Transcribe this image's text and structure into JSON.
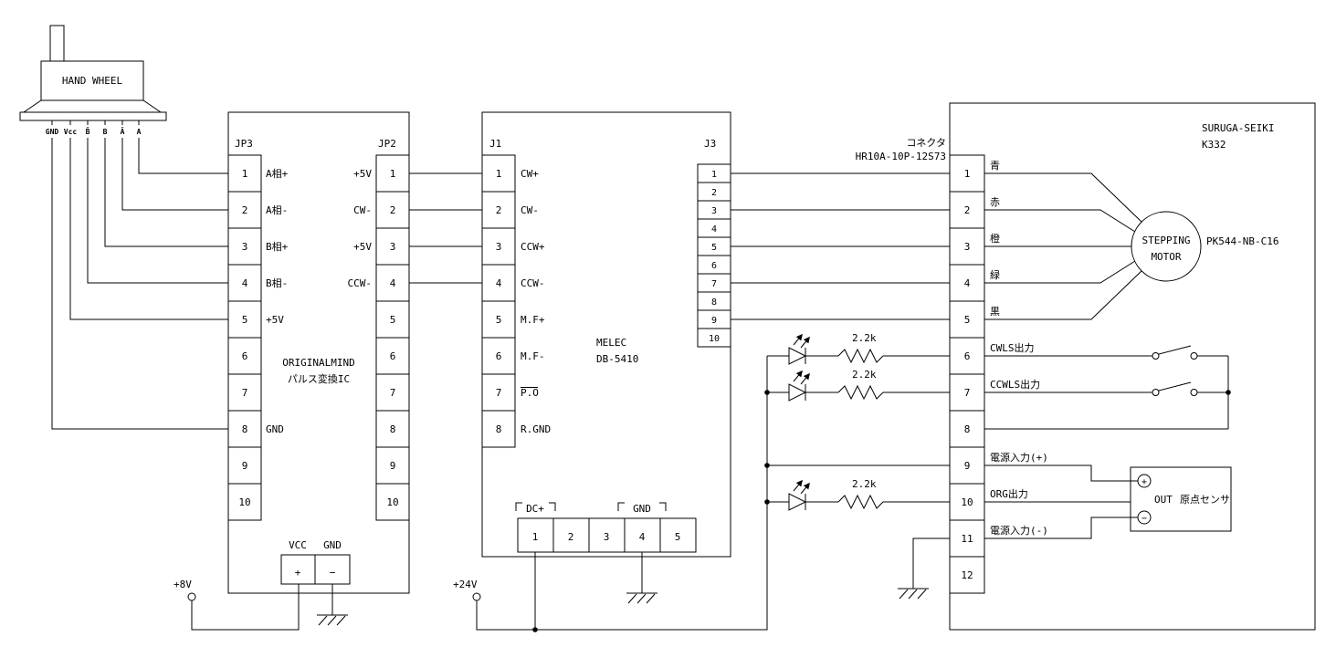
{
  "background": "#ffffff",
  "ink": "#000000",
  "handwheel": {
    "label": "HAND WHEEL",
    "pins": [
      "GND",
      "Vcc",
      "B̄",
      "B",
      "Ā",
      "A"
    ]
  },
  "pulse_ic": {
    "name_line1": "ORIGINALMIND",
    "name_line2": "パルス変換IC",
    "jp3": {
      "label": "JP3",
      "numbers": [
        "1",
        "2",
        "3",
        "4",
        "5",
        "6",
        "7",
        "8",
        "9",
        "10"
      ],
      "pin_labels": [
        "A相+",
        "A相-",
        "B相+",
        "B相-",
        "+5V",
        "",
        "",
        "GND",
        "",
        ""
      ]
    },
    "jp2": {
      "label": "JP2",
      "numbers": [
        "1",
        "2",
        "3",
        "4",
        "5",
        "6",
        "7",
        "8",
        "9",
        "10"
      ],
      "pin_labels": [
        "+5V",
        "CW-",
        "+5V",
        "CCW-",
        "",
        "",
        "",
        "",
        "",
        ""
      ]
    },
    "vcc_label": "VCC",
    "gnd_label": "GND",
    "plus_terminal": "+",
    "minus_terminal": "−",
    "supply_label": "+8V"
  },
  "driver": {
    "name_line1": "MELEC",
    "name_line2": "DB-5410",
    "j1": {
      "label": "J1",
      "numbers": [
        "1",
        "2",
        "3",
        "4",
        "5",
        "6",
        "7",
        "8"
      ],
      "pin_labels": [
        "CW+",
        "CW-",
        "CCW+",
        "CCW-",
        "M.F+",
        "M.F-",
        "P.O",
        "R.GND"
      ]
    },
    "j3": {
      "label": "J3",
      "numbers": [
        "1",
        "2",
        "3",
        "4",
        "5",
        "6",
        "7",
        "8",
        "9",
        "10"
      ]
    },
    "power_connector": {
      "numbers": [
        "1",
        "2",
        "3",
        "4",
        "5"
      ],
      "dc_label": "DC+",
      "gnd_label": "GND"
    },
    "supply_label": "+24V"
  },
  "resistor_labels": [
    "2.2k",
    "2.2k",
    "2.2k"
  ],
  "controller": {
    "maker": "SURUGA-SEIKI",
    "model": "K332",
    "connector_name": "コネクタ",
    "connector_model": "HR10A-10P-12S73",
    "numbers": [
      "1",
      "2",
      "3",
      "4",
      "5",
      "6",
      "7",
      "8",
      "9",
      "10",
      "11",
      "12"
    ],
    "pin_labels": [
      "青",
      "赤",
      "橙",
      "緑",
      "黒",
      "CWLS出力",
      "CCWLS出力",
      "",
      "電源入力(+)",
      "ORG出力",
      "電源入力(-)",
      ""
    ],
    "sensor": {
      "out_label": "OUT",
      "name": "原点センサ",
      "plus": "+",
      "minus": "−"
    }
  },
  "motor": {
    "name_line1": "STEPPING",
    "name_line2": "MOTOR",
    "model": "PK544-NB-C16"
  }
}
